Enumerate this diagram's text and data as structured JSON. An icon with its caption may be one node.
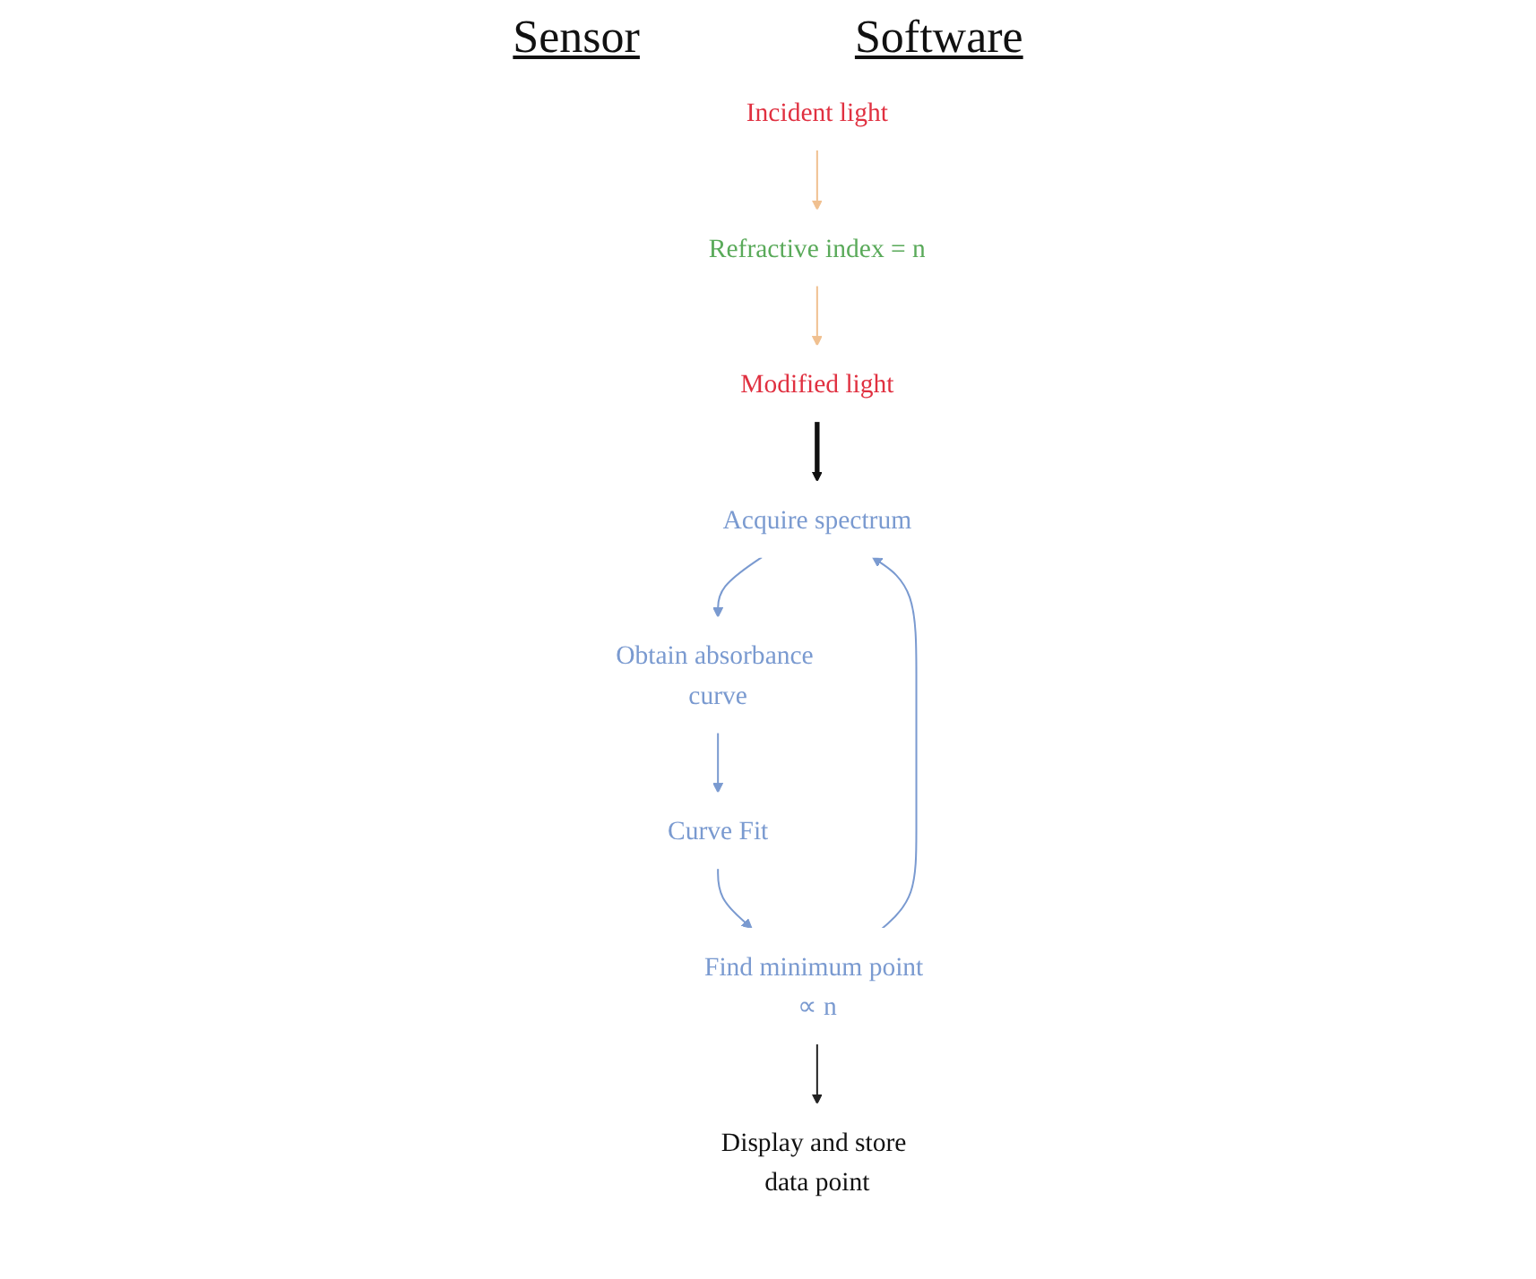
{
  "diagram": {
    "nodes": [
      {
        "text": [
          "Incident light"
        ]
      },
      {
        "text": [
          "Refractive index = n"
        ]
      },
      {
        "text": [
          "Modified light"
        ]
      },
      {
        "text": [
          "Acquire spectrum"
        ]
      },
      {
        "text": [
          "Obtain absorbance curve"
        ]
      },
      {
        "text": [
          "Curve Fit"
        ]
      },
      {
        "text": [
          "Find minimum point ∝ n"
        ]
      },
      {
        "text": [
          "Display and store data point"
        ]
      }
    ],
    "edges": [
      {
        "from": 0,
        "to": 1,
        "arrow": "to",
        "color": "#f0c090"
      },
      {
        "from": 1,
        "to": 2,
        "arrow": "to",
        "color": "#f0c090"
      },
      {
        "from": 2,
        "to": 3,
        "arrow": "to",
        "style": "thick",
        "color": "#111111"
      },
      {
        "from": 3,
        "to": 4,
        "arrow": "to"
      },
      {
        "from": 4,
        "to": 5,
        "arrow": "to"
      },
      {
        "from": 5,
        "to": 6,
        "arrow": "to"
      },
      {
        "from": 6,
        "to": 3,
        "arrow": "to"
      },
      {
        "from": 6,
        "to": 7,
        "arrow": "to",
        "color": "#222222"
      }
    ],
    "labels": [
      "Sensor",
      "Software"
    ]
  }
}
